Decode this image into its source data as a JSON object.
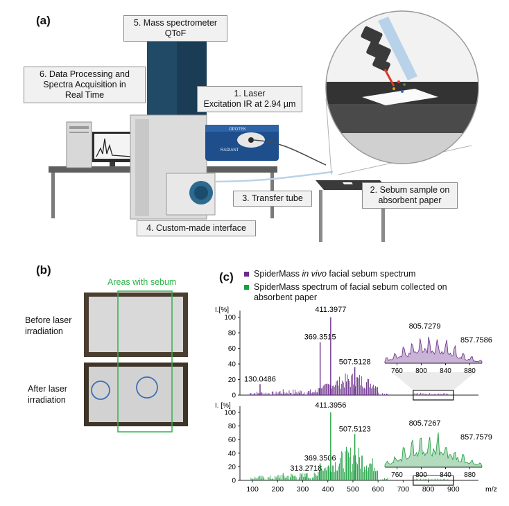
{
  "panels": {
    "a": "(a)",
    "b": "(b)",
    "c": "(c)"
  },
  "callouts": {
    "ms_line1": "5. Mass spectrometer",
    "ms_line2": "QToF",
    "dp_line1": "6. Data Processing and",
    "dp_line2": "Spectra Acquisition in",
    "dp_line3": "Real Time",
    "laser_line1": "1. Laser",
    "laser_line2": "Excitation IR at 2.94 µm",
    "tube": "3. Transfer tube",
    "sample_line1": "2. Sebum sample on",
    "sample_line2": "absorbent paper",
    "interface": "4. Custom-made interface"
  },
  "device_text": {
    "brand": "OPOTEK",
    "model": "RADIANT"
  },
  "panel_b": {
    "areas_label": "Areas with sebum",
    "before_line1": "Before laser",
    "before_line2": "irradiation",
    "after_line1": "After laser",
    "after_line2": "irradiation"
  },
  "legend": {
    "purple_pre": "SpiderMass ",
    "purple_italic": "in vivo",
    "purple_post": " facial sebum spectrum",
    "green_line1": "SpiderMass spectrum of facial sebum collected on",
    "green_line2": "absorbent paper"
  },
  "colors": {
    "purple": "#6a2d8a",
    "green": "#1a9e3e",
    "box_green": "#2fb34a",
    "circle_blue": "#3d6fb5"
  },
  "icons": [
    "desktop-computer-icon",
    "laser-device-icon",
    "mass-spectrometer-icon",
    "sample-table-icon",
    "laser-head-icon"
  ],
  "chart_data": [
    {
      "type": "line",
      "name": "purple-spectrum",
      "ylabel": "I.[%]",
      "xlim": [
        50,
        1000
      ],
      "ylim": [
        0,
        105
      ],
      "yticks": [
        0,
        20,
        40,
        60,
        80,
        100
      ],
      "peaks": [
        {
          "x": 130.0486,
          "y": 14,
          "label": "130.0486"
        },
        {
          "x": 369.3515,
          "y": 68,
          "label": "369.3515"
        },
        {
          "x": 411.3977,
          "y": 100,
          "label": "411.3977"
        },
        {
          "x": 507.5128,
          "y": 36,
          "label": "507.5128"
        }
      ],
      "zoom": {
        "range": [
          740,
          900
        ],
        "xticks": [
          760,
          800,
          840,
          880
        ],
        "peaks": [
          {
            "x": 805.7279,
            "label": "805.7279"
          },
          {
            "x": 857.7586,
            "label": "857.7586"
          }
        ]
      }
    },
    {
      "type": "line",
      "name": "green-spectrum",
      "ylabel": "I. [%]",
      "xlim": [
        50,
        1000
      ],
      "ylim": [
        0,
        105
      ],
      "yticks": [
        0,
        20,
        40,
        60,
        80,
        100
      ],
      "xticks": [
        100,
        200,
        300,
        400,
        500,
        600,
        700,
        800,
        900
      ],
      "xlabel": "m/z",
      "peaks": [
        {
          "x": 313.2718,
          "y": 10,
          "label": "313.2718"
        },
        {
          "x": 369.3506,
          "y": 25,
          "label": "369.3506"
        },
        {
          "x": 411.3956,
          "y": 100,
          "label": "411.3956"
        },
        {
          "x": 507.5123,
          "y": 68,
          "label": "507.5123"
        }
      ],
      "zoom": {
        "range": [
          740,
          900
        ],
        "xticks": [
          760,
          800,
          840,
          880
        ],
        "peaks": [
          {
            "x": 805.7267,
            "label": "805.7267"
          },
          {
            "x": 857.7579,
            "label": "857.7579"
          }
        ]
      }
    }
  ]
}
